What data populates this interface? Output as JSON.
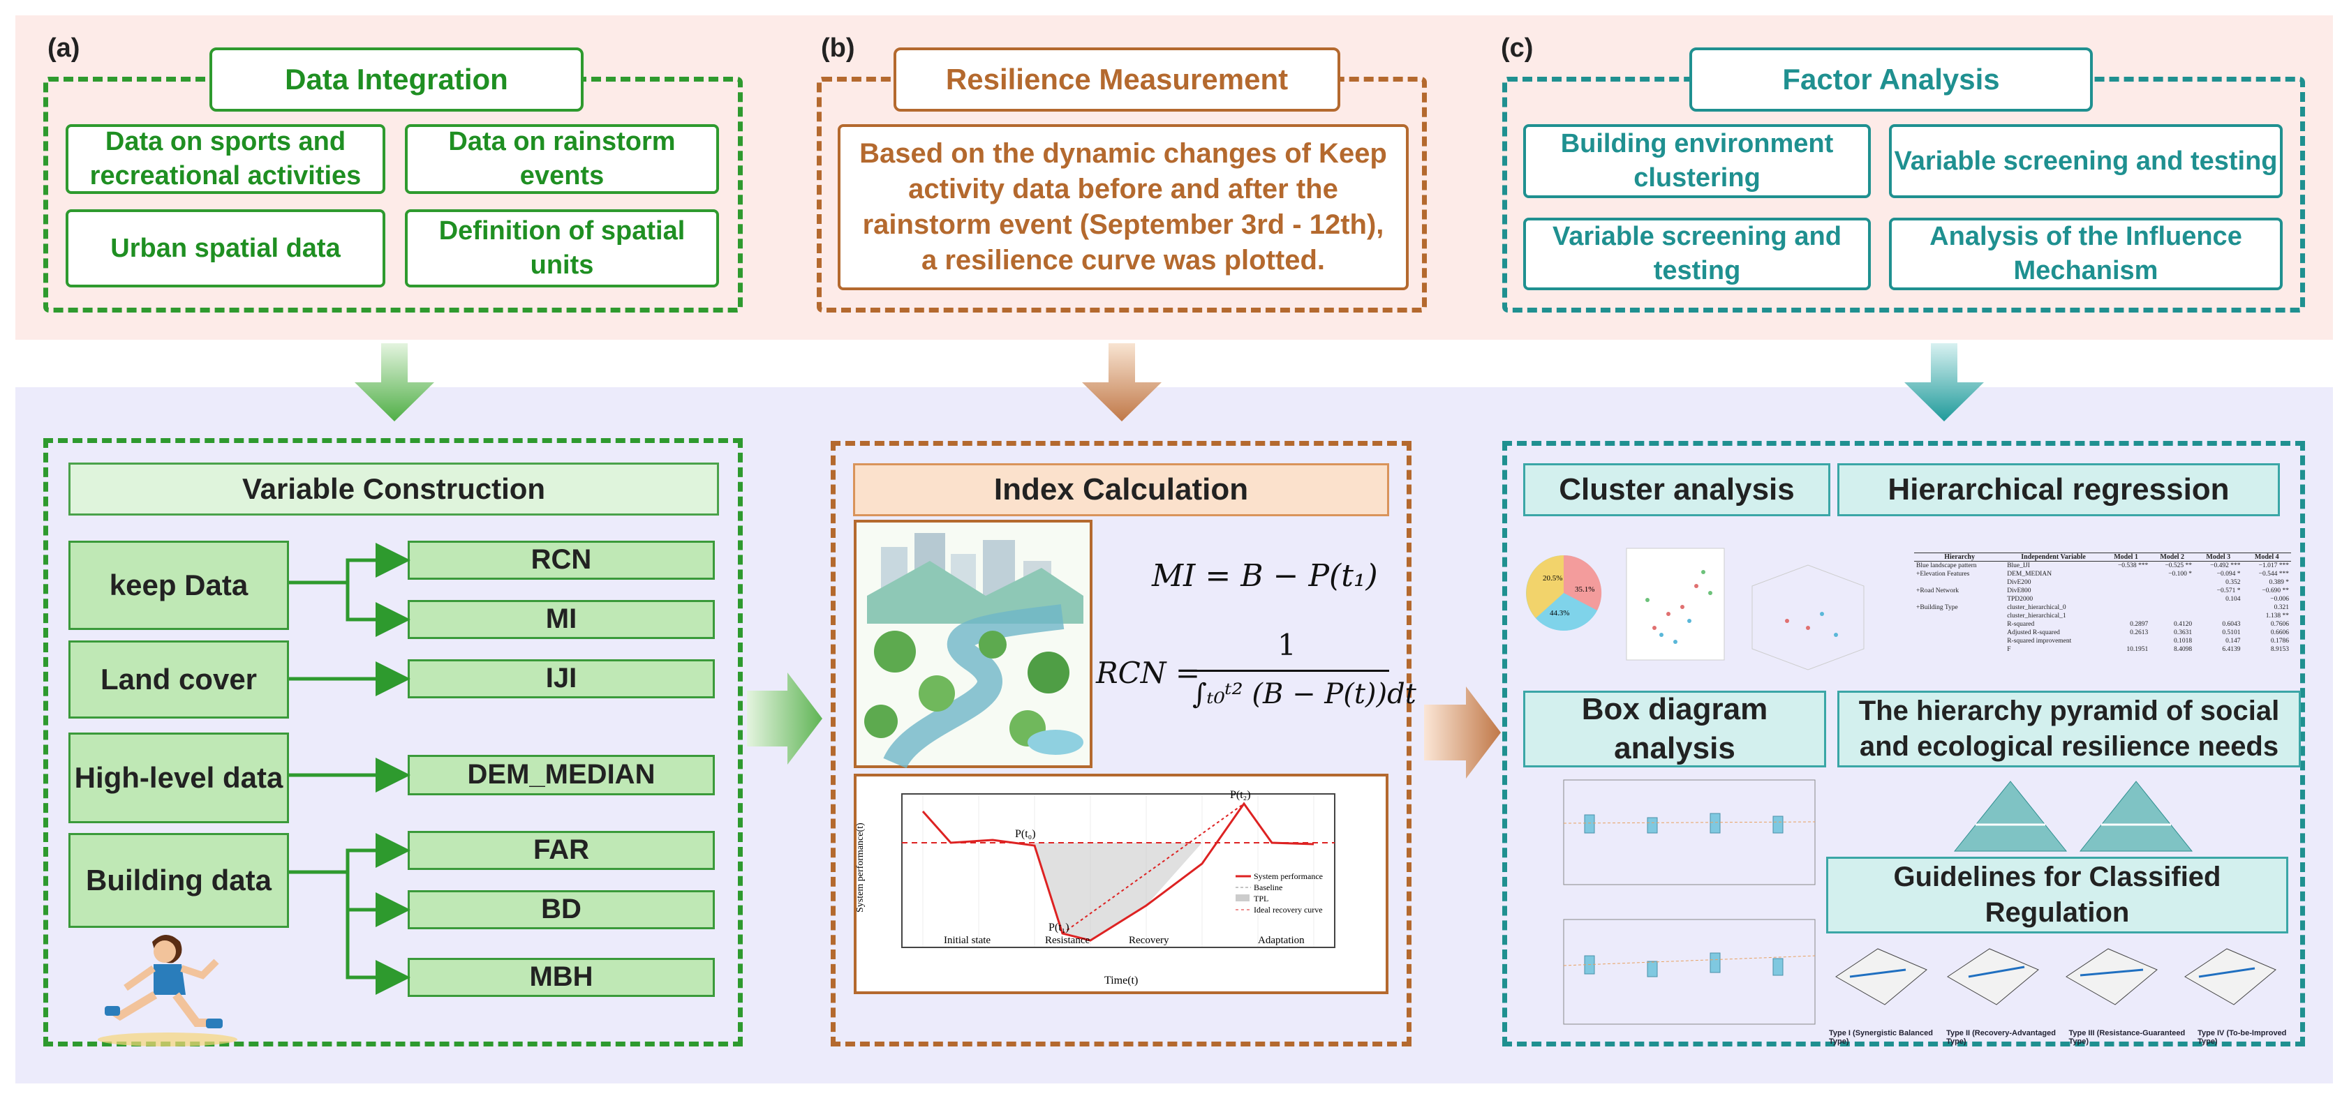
{
  "panels": {
    "a": {
      "label": "(a)",
      "title": "Data Integration",
      "items": [
        "Data on sports and recreational activities",
        "Data on rainstorm events",
        "Urban spatial data",
        "Definition of spatial units"
      ]
    },
    "b": {
      "label": "(b)",
      "title": "Resilience Measurement",
      "description": "Based on the dynamic changes of Keep activity data before and after the rainstorm event (September 3rd - 12th), a resilience curve was plotted."
    },
    "c": {
      "label": "(c)",
      "title": "Factor Analysis",
      "items": [
        "Building environment clustering",
        "Variable screening and testing",
        "Variable screening and testing",
        "Analysis of the Influence Mechanism"
      ]
    }
  },
  "variable_construction": {
    "title": "Variable Construction",
    "groups": [
      {
        "name": "keep Data",
        "vars": [
          "RCN",
          "MI"
        ]
      },
      {
        "name": "Land cover",
        "vars": [
          "IJI"
        ]
      },
      {
        "name": "High-level data",
        "vars": [
          "DEM_MEDIAN"
        ]
      },
      {
        "name": "Building data",
        "vars": [
          "FAR",
          "BD",
          "MBH"
        ]
      }
    ]
  },
  "index_calculation": {
    "title": "Index Calculation",
    "formula_mi": "MI = B − P(t₁)",
    "formula_rcn_lhs": "RCN =",
    "formula_rcn_num": "1",
    "formula_rcn_den": "∫ₜ₀ᵗ² (B − P(t))dt",
    "chart": {
      "ylabel": "System performance(t)",
      "xlabel": "Time(t)",
      "phases": [
        "Initial state",
        "Resistance",
        "Recovery",
        "Adaptation"
      ],
      "legend": [
        "System performance",
        "Baseline",
        "TPL",
        "Ideal recovery curve"
      ],
      "point_labels": [
        "P(t₀)",
        "P(t₁)",
        "P(t₂)"
      ]
    }
  },
  "factor_analysis": {
    "cluster": "Cluster analysis",
    "hier": "Hierarchical regression",
    "box": "Box diagram analysis",
    "pyramid": "The hierarchy pyramid of social and ecological resilience needs",
    "guidelines": "Guidelines for Classified Regulation",
    "pie_labels": [
      "20.5%",
      "35.1%",
      "44.3%"
    ],
    "table": {
      "headers": [
        "Hierarchy",
        "Independent Variable",
        "Model 1",
        "Model 2",
        "Model 3",
        "Model 4"
      ],
      "rows": [
        [
          "Blue landscape pattern",
          "Blue_IJI",
          "−0.538 ***",
          "−0.525 **",
          "−0.492 ***",
          "−1.017 ***"
        ],
        [
          "+Elevation Features",
          "DEM_MEDIAN",
          "",
          "−0.100 *",
          "−0.094 *",
          "−0.544 ***"
        ],
        [
          "",
          "DivE200",
          "",
          "",
          "0.352",
          "0.389 *"
        ],
        [
          "+Road Network",
          "DivE800",
          "",
          "",
          "−0.571 *",
          "−0.690 **"
        ],
        [
          "",
          "TPD2000",
          "",
          "",
          "0.104",
          "−0.006"
        ],
        [
          "+Building Type",
          "cluster_hierarchical_0",
          "",
          "",
          "",
          "0.321"
        ],
        [
          "",
          "cluster_hierarchical_1",
          "",
          "",
          "",
          "1.138 **"
        ],
        [
          "",
          "R-squared",
          "0.2897",
          "0.4120",
          "0.6043",
          "0.7606"
        ],
        [
          "",
          "Adjusted R-squared",
          "0.2613",
          "0.3631",
          "0.5101",
          "0.6606"
        ],
        [
          "",
          "R-squared improvement",
          "",
          "0.1018",
          "0.147",
          "0.1786"
        ],
        [
          "",
          "F",
          "10.1951",
          "8.4098",
          "6.4139",
          "8.9153"
        ]
      ]
    },
    "types": [
      "Type I (Synergistic Balanced Type)",
      "Type II (Recovery-Advantaged Type)",
      "Type III (Resistance-Guaranteed Type)",
      "Type IV (To-be-Improved Type)"
    ]
  },
  "colors": {
    "green": "#2e9a2e",
    "orange": "#b4692e",
    "teal": "#1f9090",
    "top_band": "#fdebe8",
    "bottom_band": "#ecebfb"
  }
}
